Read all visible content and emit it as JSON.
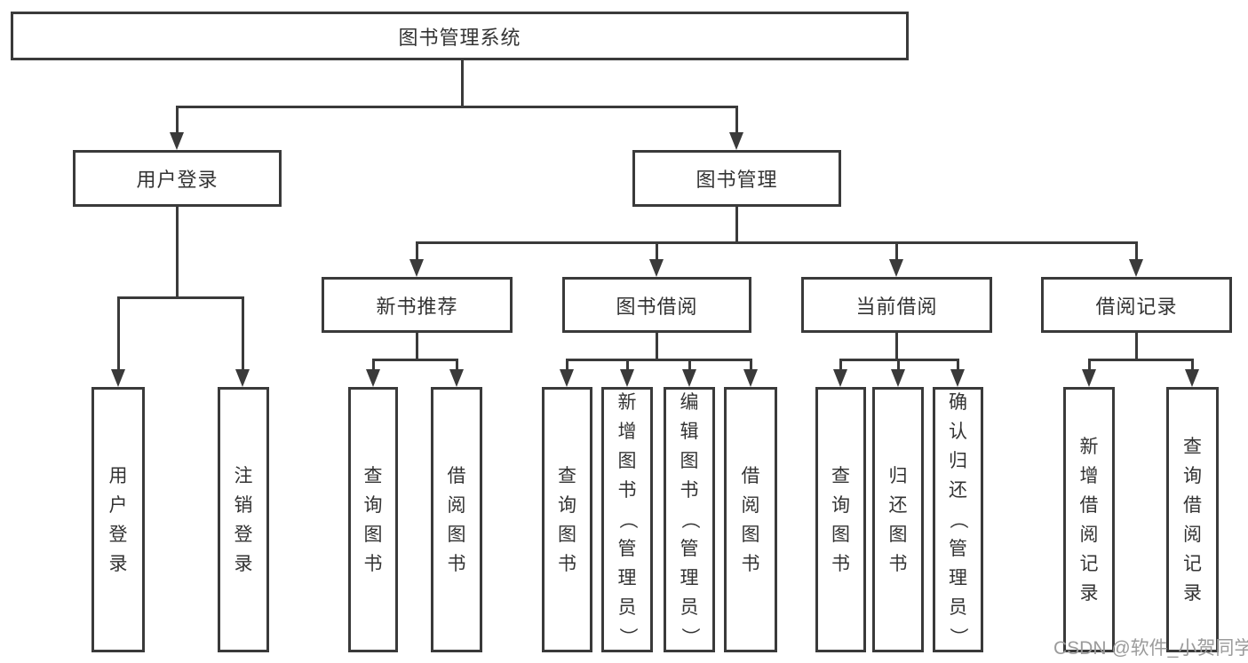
{
  "diagram": {
    "root": "图书管理系统",
    "level1": {
      "user_login": "用户登录",
      "book_mgmt": "图书管理"
    },
    "level2": {
      "new_books": "新书推荐",
      "book_borrow": "图书借阅",
      "current_borrow": "当前借阅",
      "borrow_records": "借阅记录"
    },
    "leaves": {
      "user_login_leaf": "用户登录",
      "logout": "注销登录",
      "nb_query": "查询图书",
      "nb_borrow": "借阅图书",
      "bb_query": "查询图书",
      "bb_add": "新增图书（管理员）",
      "bb_edit": "编辑图书（管理员）",
      "bb_borrow": "借阅图书",
      "cb_query": "查询图书",
      "cb_return": "归还图书",
      "cb_confirm": "确认归还（管理员）",
      "br_add": "新增借阅记录",
      "br_query": "查询借阅记录"
    },
    "watermark": "CSDN @软件_小贺同学"
  },
  "colors": {
    "line": "#3a3a3a",
    "text": "#333333",
    "watermark": "#9b9b9b",
    "background": "#ffffff"
  }
}
